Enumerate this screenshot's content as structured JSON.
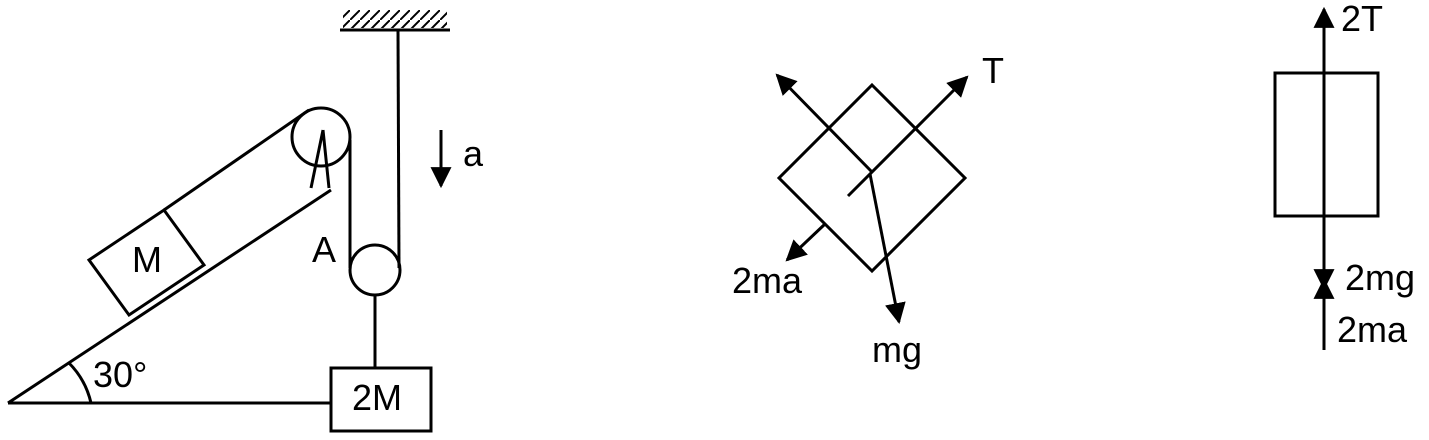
{
  "setup": {
    "block_small": "M",
    "block_large": "2M",
    "angle": "30°",
    "pulley_label": "A",
    "accel_label": "a"
  },
  "fbd_block_M": {
    "tension": "T",
    "pseudo_force": "2ma",
    "weight": "mg"
  },
  "fbd_block_2M": {
    "tension": "2T",
    "weight": "2mg",
    "pseudo_force": "2ma"
  },
  "colors": {
    "ink": "#000000",
    "background": "#ffffff"
  }
}
